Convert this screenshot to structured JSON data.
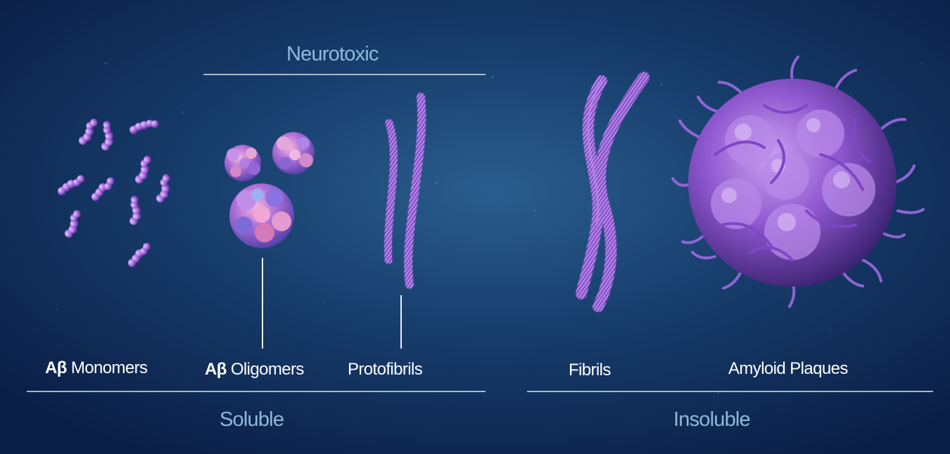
{
  "groups": {
    "top": "Neurotoxic",
    "left_bottom": "Soluble",
    "right_bottom": "Insoluble"
  },
  "stages": [
    {
      "prefix": "Aβ",
      "name": "Monomers"
    },
    {
      "prefix": "Aβ",
      "name": "Oligomers"
    },
    {
      "prefix": "",
      "name": "Protofibrils"
    },
    {
      "prefix": "",
      "name": "Fibrils"
    },
    {
      "prefix": "",
      "name": "Amyloid Plaques"
    }
  ],
  "colors": {
    "background_dark": "#0a1f47",
    "background_mid": "#1e4f82",
    "label_text": "#ffffff",
    "group_text": "#8fb9dc",
    "molecule_purple": "#9b59d6",
    "molecule_pink": "#e07bb8"
  }
}
